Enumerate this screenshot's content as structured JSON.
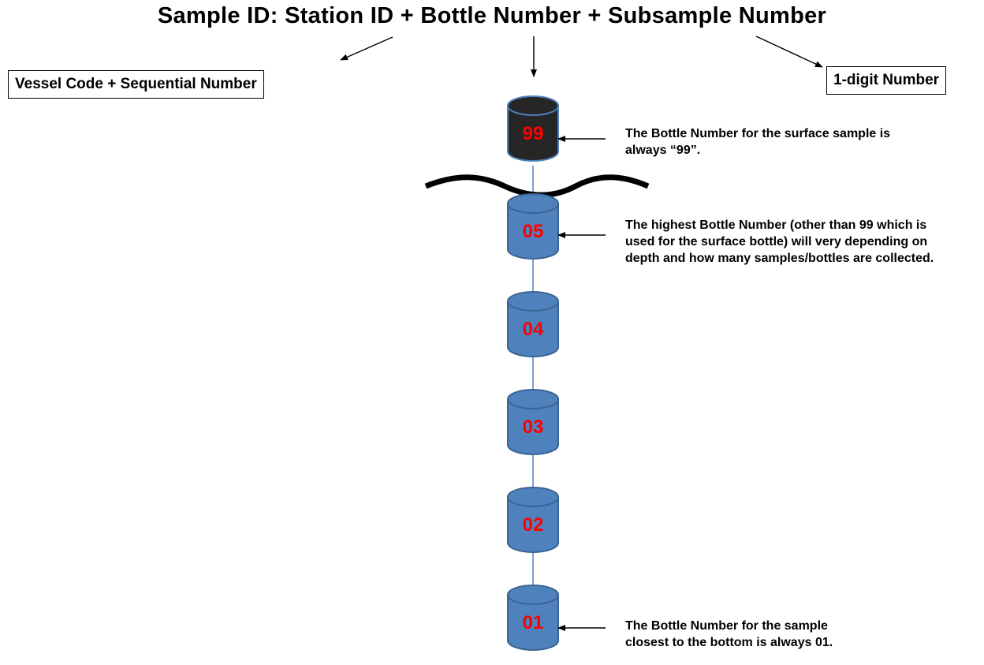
{
  "title": "Sample ID: Station ID + Bottle Number + Subsample Number",
  "boxes": {
    "station": "Vessel Code + Sequential Number",
    "subsample": "1-digit Number"
  },
  "bottles": [
    "99",
    "05",
    "04",
    "03",
    "02",
    "01"
  ],
  "notes": {
    "surface": "The Bottle Number for the surface sample is always “99”.",
    "highest": "The highest Bottle Number (other than 99 which is used for the surface bottle) will very depending on depth and how many samples/bottles are collected.",
    "bottom": "The Bottle Number for the sample closest to the bottom is always 01."
  },
  "colors": {
    "surface_bottle": "#262626",
    "bottle_fill": "#4f81bd",
    "bottle_stroke": "#3a6494",
    "bottle_label": "#ff0000"
  }
}
